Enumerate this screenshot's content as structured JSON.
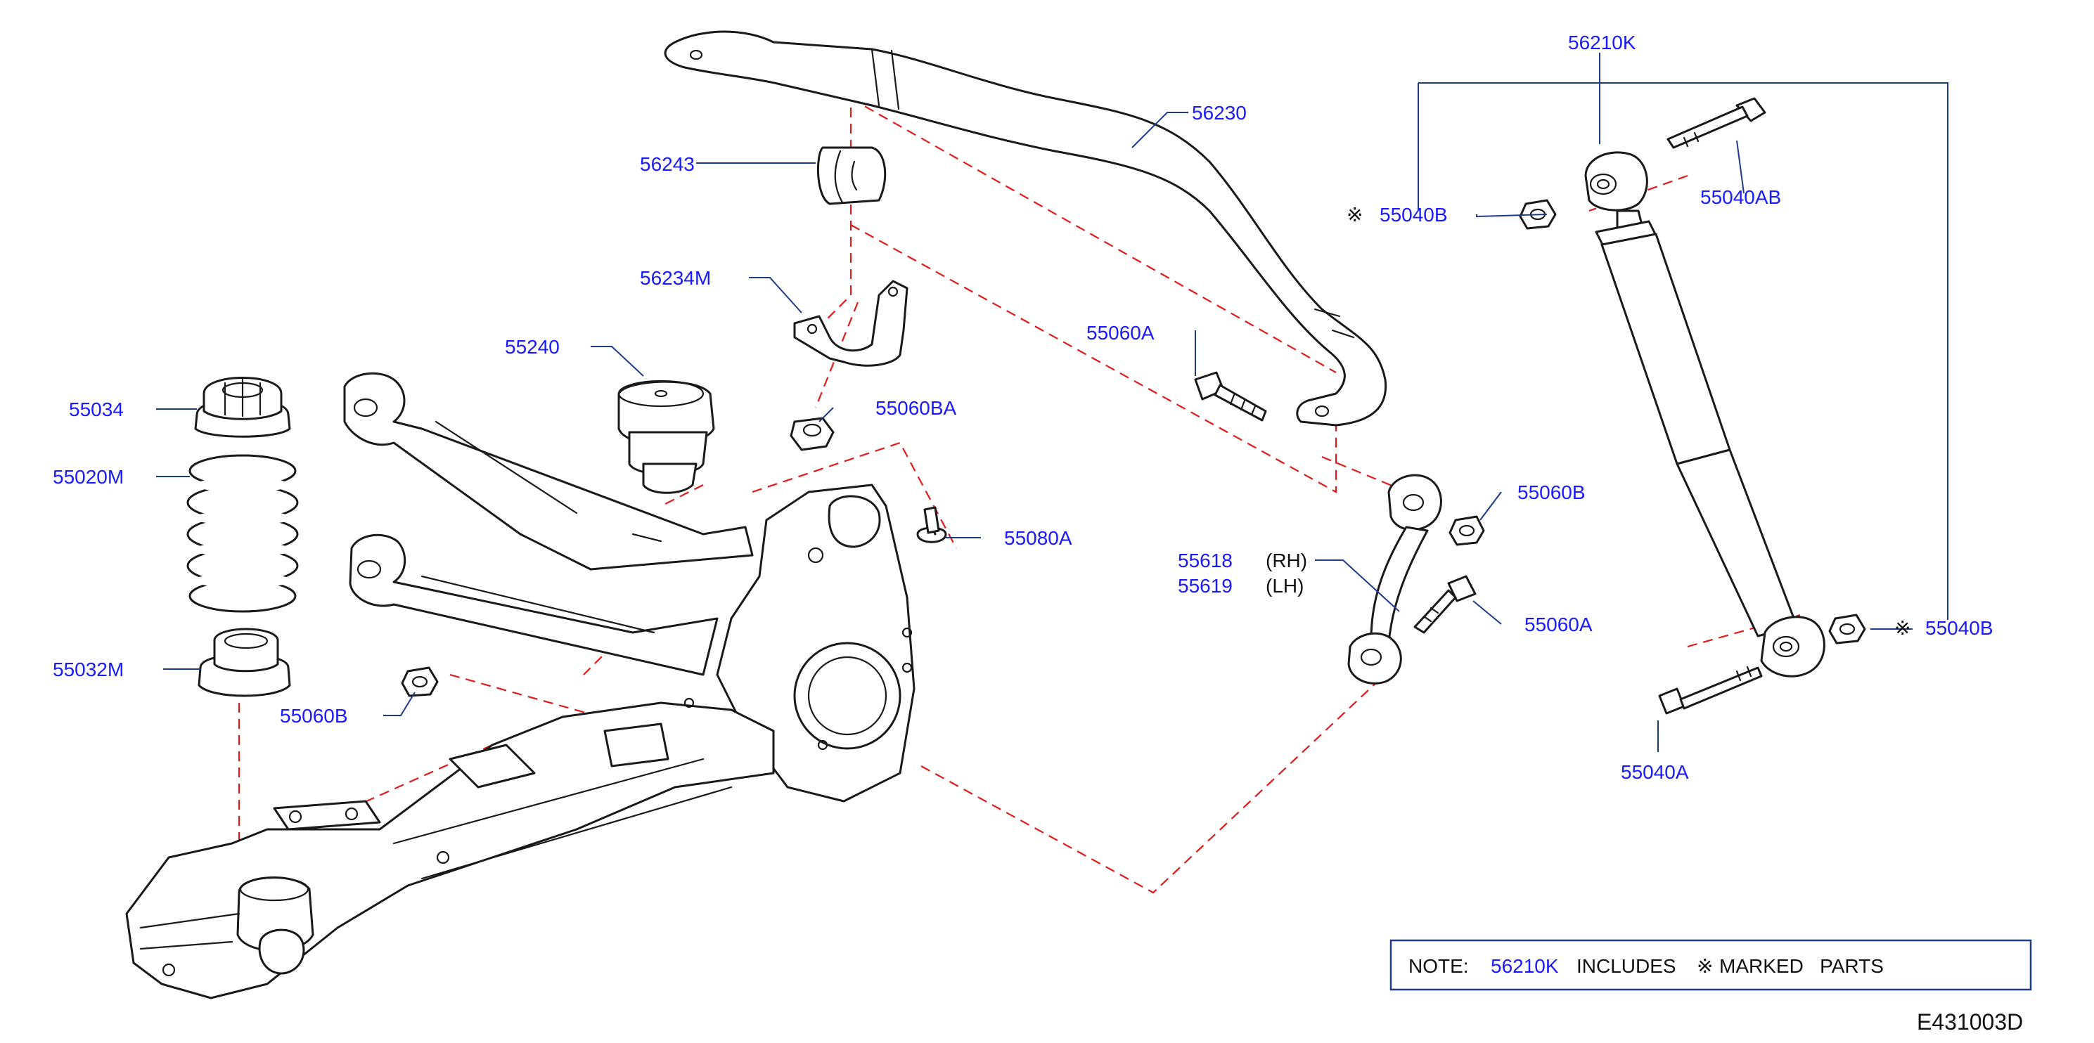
{
  "colors": {
    "callout": "#1a1aff",
    "leader": "#1e3a8a",
    "assembly_line": "#e01b1b",
    "outline": "#1a1a1a"
  },
  "labels": {
    "p56210K": "56210K",
    "p56230": "56230",
    "p56243": "56243",
    "p56234M": "56234M",
    "p55060A_top": "55060A",
    "p55240": "55240",
    "p55034": "55034",
    "p55060BA": "55060BA",
    "p55020M": "55020M",
    "p55080A": "55080A",
    "p55060B_mid": "55060B",
    "p55618": "55618",
    "p55619": "55619",
    "rh": "(RH)",
    "lh": "(LH)",
    "p55060A_mid": "55060A",
    "p55032M": "55032M",
    "p55060B_low": "55060B",
    "p55040B_left": "55040B",
    "p55040AB": "55040AB",
    "p55040B_right": "55040B",
    "p55040A": "55040A",
    "mark": "※"
  },
  "note": {
    "prefix": "NOTE:",
    "part": "56210K",
    "text": "INCLUDES",
    "mark": "※",
    "suffix": "MARKED   PARTS"
  },
  "diagram_code": "E431003D"
}
